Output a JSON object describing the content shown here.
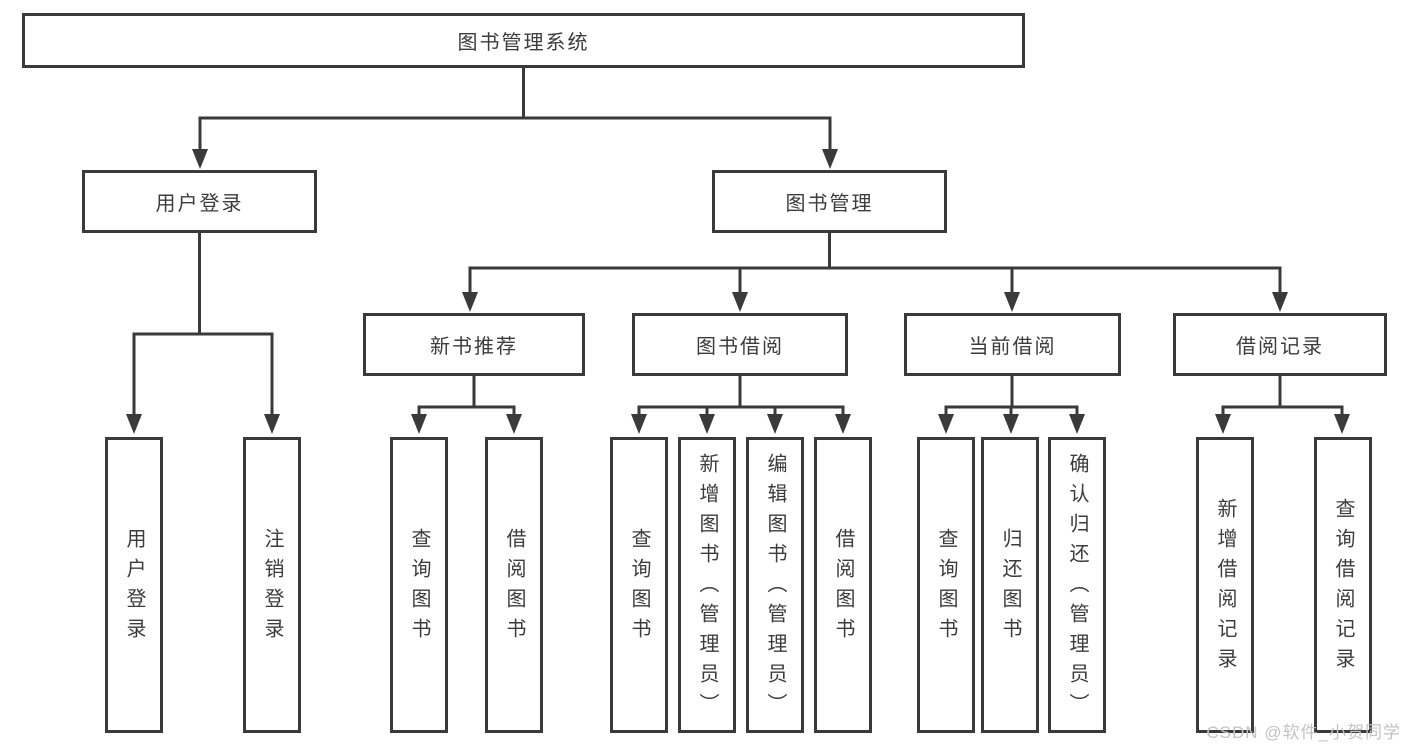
{
  "diagram": {
    "title": "图书管理系统",
    "watermark": "CSDN @软件_小贺同学",
    "colors": {
      "line": "#3a3a3a",
      "box_border": "#3a3a3a",
      "text": "#3c3c3c",
      "watermark": "#c3c2c7",
      "background": "#ffffff"
    },
    "nodes": {
      "root": "图书管理系统",
      "user_login": "用户登录",
      "book_management": "图书管理",
      "new_book_recommendation": "新书推荐",
      "book_borrowing": "图书借阅",
      "current_borrowing": "当前借阅",
      "borrowing_records": "借阅记录",
      "login": "用户登录",
      "logout": "注销登录",
      "newbook_query_books": "查询图书",
      "newbook_borrow_books": "借阅图书",
      "borrowing_query_books": "查询图书",
      "borrowing_add_books_admin": "新增图书（管理员）",
      "borrowing_edit_books_admin": "编辑图书（管理员）",
      "borrowing_borrow_books": "借阅图书",
      "current_query_books": "查询图书",
      "current_return_books": "归还图书",
      "current_confirm_return_admin": "确认归还（管理员）",
      "records_add_record": "新增借阅记录",
      "records_query_record": "查询借阅记录"
    },
    "tree": {
      "root": "图书管理系统",
      "children": [
        {
          "label": "用户登录",
          "children": [
            "用户登录",
            "注销登录"
          ]
        },
        {
          "label": "图书管理",
          "children": [
            {
              "label": "新书推荐",
              "children": [
                "查询图书",
                "借阅图书"
              ]
            },
            {
              "label": "图书借阅",
              "children": [
                "查询图书",
                "新增图书（管理员）",
                "编辑图书（管理员）",
                "借阅图书"
              ]
            },
            {
              "label": "当前借阅",
              "children": [
                "查询图书",
                "归还图书",
                "确认归还（管理员）"
              ]
            },
            {
              "label": "借阅记录",
              "children": [
                "新增借阅记录",
                "查询借阅记录"
              ]
            }
          ]
        }
      ]
    }
  }
}
